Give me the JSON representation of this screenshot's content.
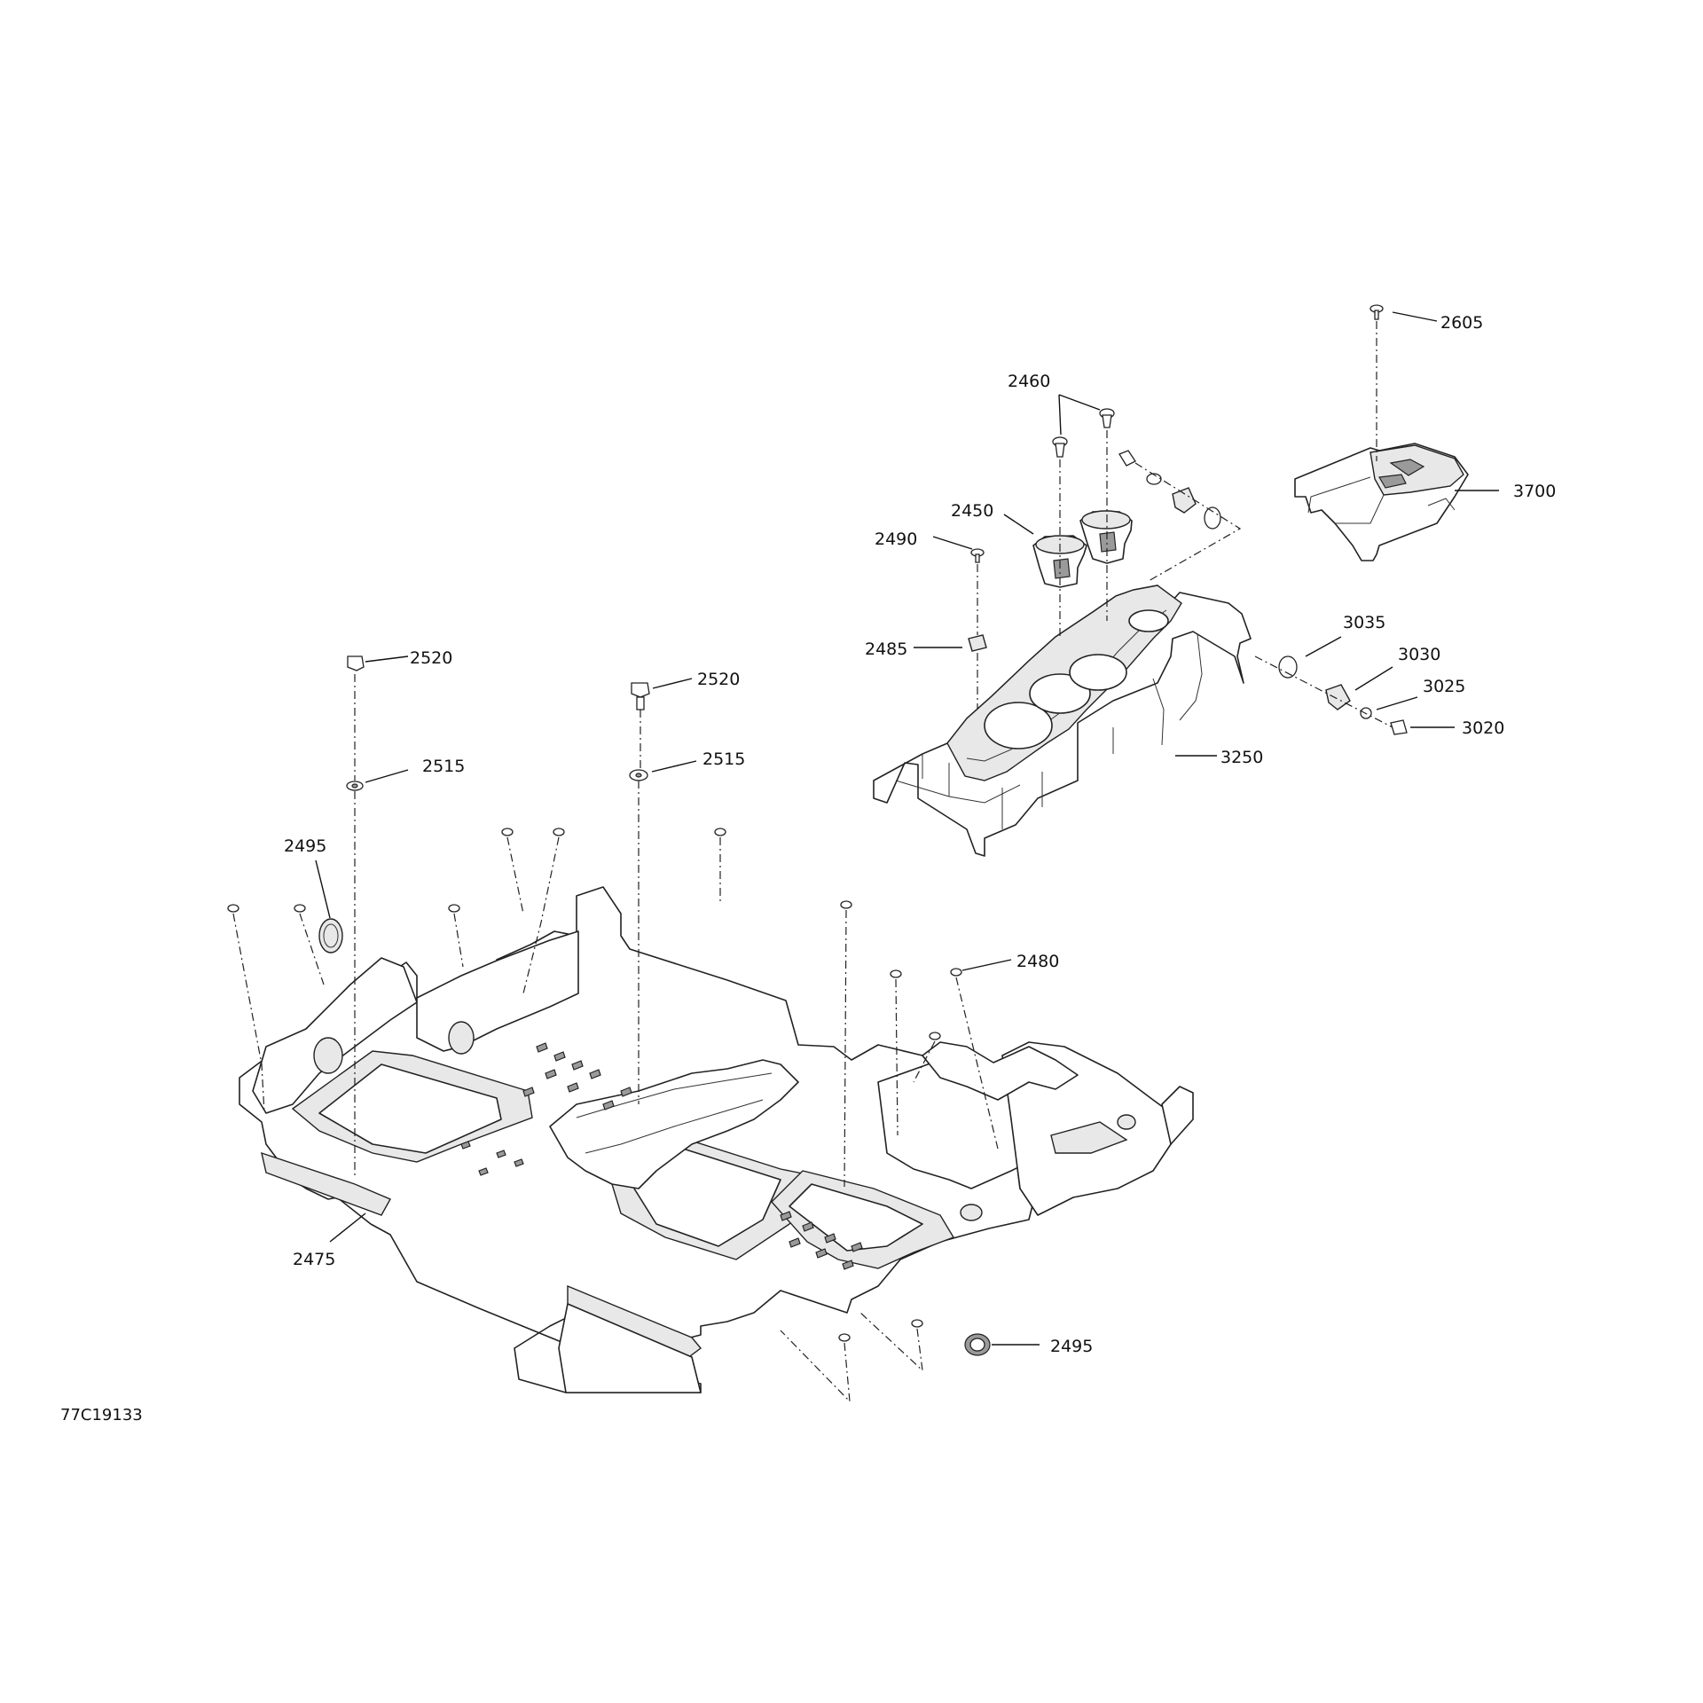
{
  "drawing_code": "77C19133",
  "callouts": [
    {
      "id": "c2605",
      "text": "2605"
    },
    {
      "id": "c2460",
      "text": "2460"
    },
    {
      "id": "c3700",
      "text": "3700"
    },
    {
      "id": "c2450",
      "text": "2450"
    },
    {
      "id": "c2490",
      "text": "2490"
    },
    {
      "id": "c2485",
      "text": "2485"
    },
    {
      "id": "c3035",
      "text": "3035"
    },
    {
      "id": "c3030",
      "text": "3030"
    },
    {
      "id": "c3025",
      "text": "3025"
    },
    {
      "id": "c3020",
      "text": "3020"
    },
    {
      "id": "c3250",
      "text": "3250"
    },
    {
      "id": "c2520a",
      "text": "2520"
    },
    {
      "id": "c2520b",
      "text": "2520"
    },
    {
      "id": "c2515a",
      "text": "2515"
    },
    {
      "id": "c2515b",
      "text": "2515"
    },
    {
      "id": "c2495a",
      "text": "2495"
    },
    {
      "id": "c2480",
      "text": "2480"
    },
    {
      "id": "c2475",
      "text": "2475"
    },
    {
      "id": "c2495b",
      "text": "2495"
    }
  ]
}
